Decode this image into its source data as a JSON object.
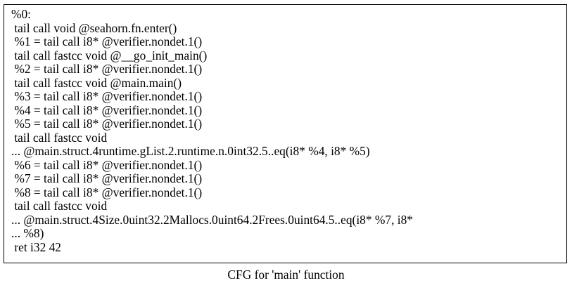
{
  "graph": {
    "caption": "CFG for 'main' function"
  },
  "node": {
    "lines": [
      "%0:",
      " tail call void @seahorn.fn.enter()",
      " %1 = tail call i8* @verifier.nondet.1()",
      " tail call fastcc void @__go_init_main()",
      " %2 = tail call i8* @verifier.nondet.1()",
      " tail call fastcc void @main.main()",
      " %3 = tail call i8* @verifier.nondet.1()",
      " %4 = tail call i8* @verifier.nondet.1()",
      " %5 = tail call i8* @verifier.nondet.1()",
      " tail call fastcc void",
      "... @main.struct.4runtime.gList.2.runtime.n.0int32.5..eq(i8* %4, i8* %5)",
      " %6 = tail call i8* @verifier.nondet.1()",
      " %7 = tail call i8* @verifier.nondet.1()",
      " %8 = tail call i8* @verifier.nondet.1()",
      " tail call fastcc void",
      "... @main.struct.4Size.0uint32.2Mallocs.0uint64.2Frees.0uint64.5..eq(i8* %7, i8*",
      "... %8)",
      " ret i32 42"
    ]
  }
}
